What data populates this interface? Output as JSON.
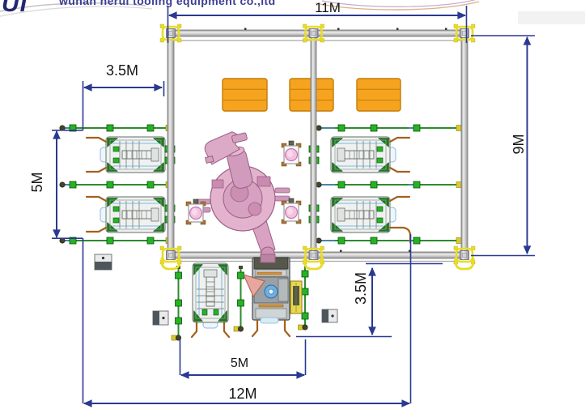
{
  "header": {
    "logo_text": "UI",
    "company_name": "wuhan herui tooling equipment co.,ltd"
  },
  "dimensions": {
    "cell_width": {
      "label": "11M",
      "meters": 11
    },
    "cell_depth": {
      "label": "9M",
      "meters": 9
    },
    "left_setback": {
      "label": "3.5M",
      "meters": 3.5
    },
    "left_span": {
      "label": "5M",
      "meters": 5
    },
    "front_setback": {
      "label": "3.5M",
      "meters": 3.5
    },
    "front_span": {
      "label": "5M",
      "meters": 5
    },
    "overall_width": {
      "label": "12M",
      "meters": 12
    }
  },
  "colors": {
    "dimension_blue": "#2b3990",
    "pallet_orange": "#f6a41f",
    "rail_green": "#2e8b2e",
    "station_green": "#1c7a1c",
    "robot_pink": "#e3b3cd",
    "clamp_yellow": "#e8dc26",
    "hose_brown": "#a5601d"
  },
  "objects": {
    "robot_icon": "robot-top-view-icon",
    "pallet_count": 3,
    "tooling_station_count": 5,
    "tool_stand_count": 3,
    "control_box_count": 3
  }
}
